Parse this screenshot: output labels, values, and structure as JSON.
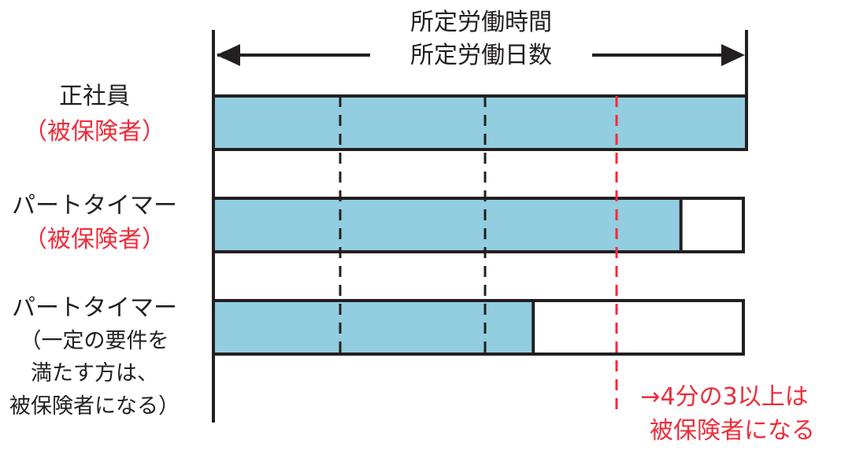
{
  "header": {
    "line1": "所定労働時間",
    "line2": "所定労働日数"
  },
  "rows": [
    {
      "label": "正社員",
      "note": "（被保険者）",
      "fraction": 1.0
    },
    {
      "label": "パートタイマー",
      "note": "（被保険者）",
      "fraction": 0.877
    },
    {
      "label": "パートタイマー",
      "note_lines": [
        "（一定の要件を",
        "満たす方は、",
        "被保険者になる）"
      ],
      "fraction": 0.6
    }
  ],
  "threshold": {
    "fraction": 0.75,
    "line1": "→4分の3以上は",
    "line2": "被保険者になる"
  },
  "colors": {
    "bar": "#92cde0",
    "line": "#231f20",
    "accent": "#ee2d3a"
  }
}
